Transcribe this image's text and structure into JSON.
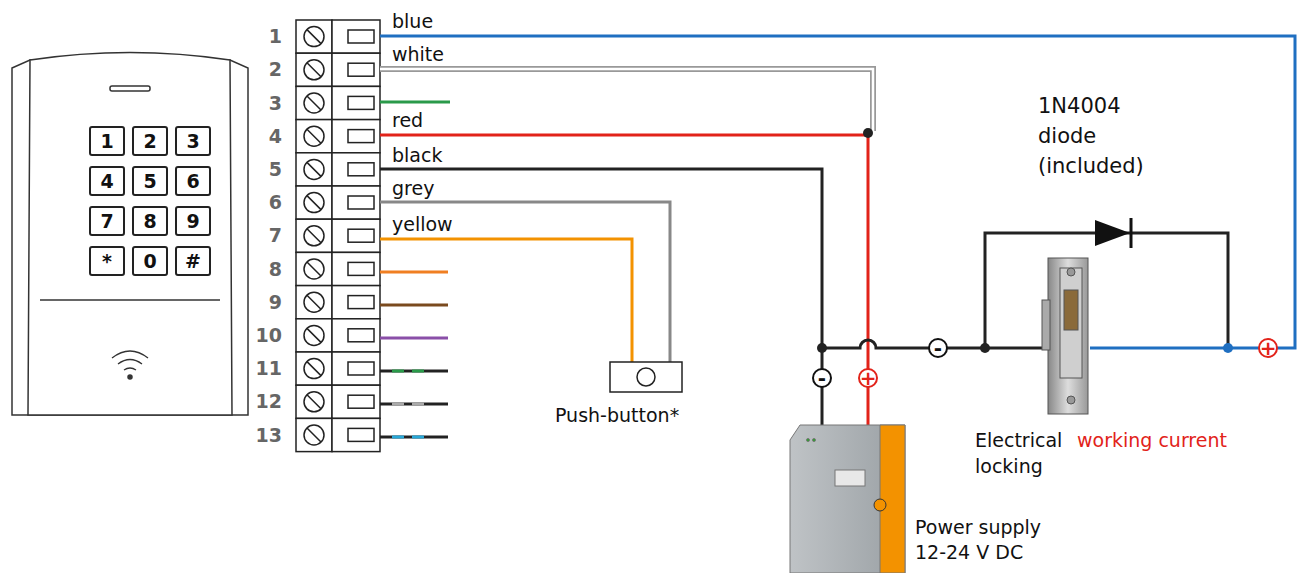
{
  "diagram": {
    "nodes": [
      {
        "text": [
          "1"
        ]
      },
      {
        "text": [
          "2"
        ]
      },
      {
        "text": [
          "3"
        ]
      },
      {
        "text": [
          "4"
        ]
      },
      {
        "text": [
          "5"
        ]
      },
      {
        "text": [
          "6"
        ]
      },
      {
        "text": [
          "7"
        ]
      },
      {
        "text": [
          "8"
        ]
      },
      {
        "text": [
          "9"
        ]
      },
      {
        "text": [
          "*"
        ]
      },
      {
        "text": [
          "0"
        ]
      },
      {
        "text": [
          "#"
        ]
      }
    ],
    "labels": [
      "1",
      "2",
      "3",
      "4",
      "5",
      "6",
      "7",
      "8",
      "9",
      "10",
      "11",
      "12",
      "13",
      "blue",
      "white",
      "red",
      "black",
      "grey",
      "yellow",
      "1N4004",
      "diode",
      "(included)",
      "Push-button*",
      "Electrical",
      "working current",
      "locking",
      "Power supply",
      "12-24 V DC",
      "-",
      "+",
      "-",
      "+"
    ]
  }
}
